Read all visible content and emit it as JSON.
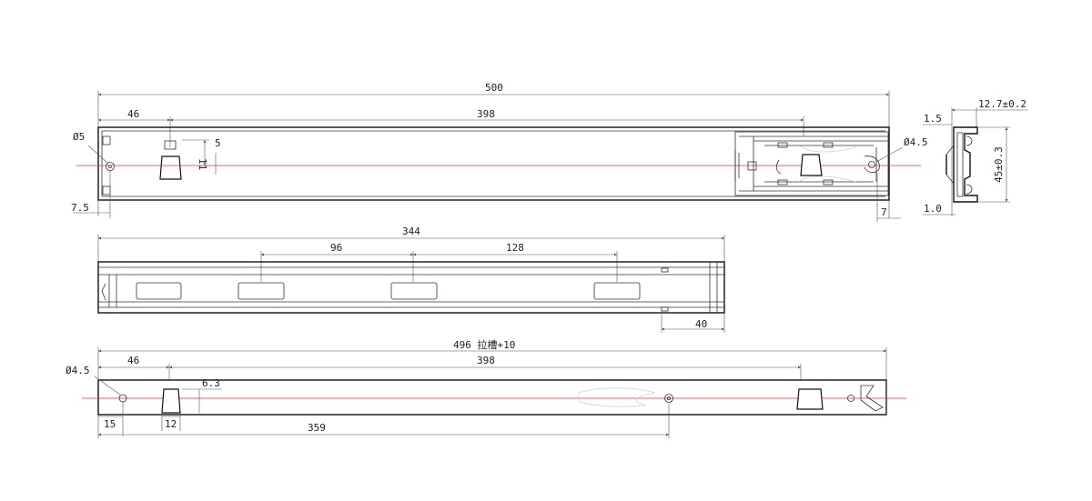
{
  "view1": {
    "overall": "500",
    "offset": "46",
    "span": "398",
    "hole_dia": "Ø5",
    "hole_edge": "7.5",
    "height_a": "11",
    "height_b": "5",
    "hole_dia_right": "Ø4.5",
    "right_offset": "7"
  },
  "section": {
    "width": "12.7±0.2",
    "height": "45±0.3",
    "wall_top": "1.5",
    "wall_bottom": "1.0"
  },
  "view2": {
    "overall": "344",
    "pitch_a": "96",
    "pitch_b": "128",
    "end_len": "40"
  },
  "view3": {
    "overall": "496 拉槽+10",
    "offset": "46",
    "span": "398",
    "hole_dia": "Ø4.5",
    "height": "6.3",
    "hole_edge": "15",
    "tab_width": "12",
    "hole_pos": "359"
  }
}
